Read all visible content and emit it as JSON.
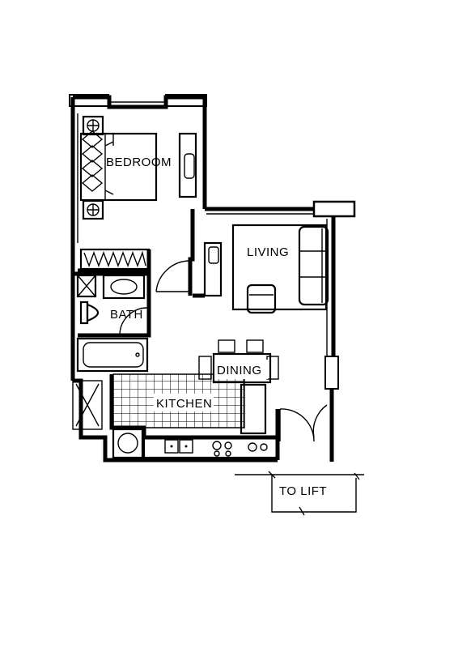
{
  "rooms": {
    "bedroom": "BEDROOM",
    "living": "LIVING",
    "bath": "BATH",
    "dining": "DINING",
    "kitchen": "KITCHEN"
  },
  "exit_label": "TO LIFT"
}
